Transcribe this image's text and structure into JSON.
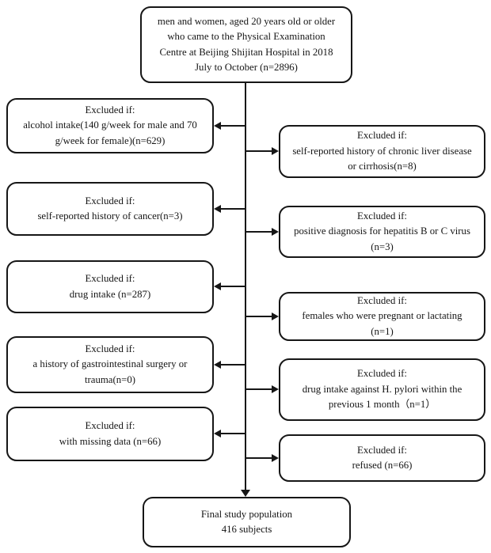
{
  "diagram": {
    "population_box": {
      "lines": [
        "men and women, aged 20 years old or older",
        "who came to the Physical Examination",
        "Centre at Beijing Shijitan Hospital in 2018",
        "July to October (n=2896)"
      ],
      "n": 2896
    },
    "left_boxes": [
      {
        "id": "alcohol-intake",
        "lines": [
          "Excluded if:",
          "alcohol intake(140 g/week for male and 70",
          "g/week for female)(n=629)"
        ],
        "n": 629
      },
      {
        "id": "history-of-cancer",
        "lines": [
          "Excluded if:",
          "self-reported history of cancer(n=3)"
        ],
        "n": 3
      },
      {
        "id": "drug-intake",
        "lines": [
          "Excluded if:",
          "drug intake (n=287)"
        ],
        "n": 287
      },
      {
        "id": "gastrointestinal-surgery-or-trauma",
        "lines": [
          "Excluded if:",
          "a history of gastrointestinal surgery or",
          "trauma(n=0)"
        ],
        "n": 0
      },
      {
        "id": "missing-data",
        "lines": [
          "Excluded if:",
          "with missing data (n=66)"
        ],
        "n": 66
      }
    ],
    "right_boxes": [
      {
        "id": "chronic-liver-disease",
        "lines": [
          "Excluded if:",
          "self-reported history of chronic liver disease",
          "or cirrhosis(n=8)"
        ],
        "n": 8
      },
      {
        "id": "hepatitis-b-or-c",
        "lines": [
          "Excluded if:",
          "positive diagnosis for hepatitis B or C virus",
          "(n=3)"
        ],
        "n": 3
      },
      {
        "id": "pregnant-or-lactating",
        "lines": [
          "Excluded if:",
          "females who were pregnant or lactating",
          "(n=1)"
        ],
        "n": 1
      },
      {
        "id": "h-pylori-drug-intake",
        "lines": [
          "Excluded if:",
          "drug intake against H. pylori within the",
          "previous 1 month（n=1）"
        ],
        "n": 1
      },
      {
        "id": "refused",
        "lines": [
          "Excluded if:",
          "refused (n=66)"
        ],
        "n": 66
      }
    ],
    "final_box": {
      "lines": [
        "Final study population",
        "416 subjects"
      ],
      "n": 416
    },
    "colors": {
      "line": "#161616",
      "background": "#ffffff",
      "text": "#161616"
    }
  }
}
